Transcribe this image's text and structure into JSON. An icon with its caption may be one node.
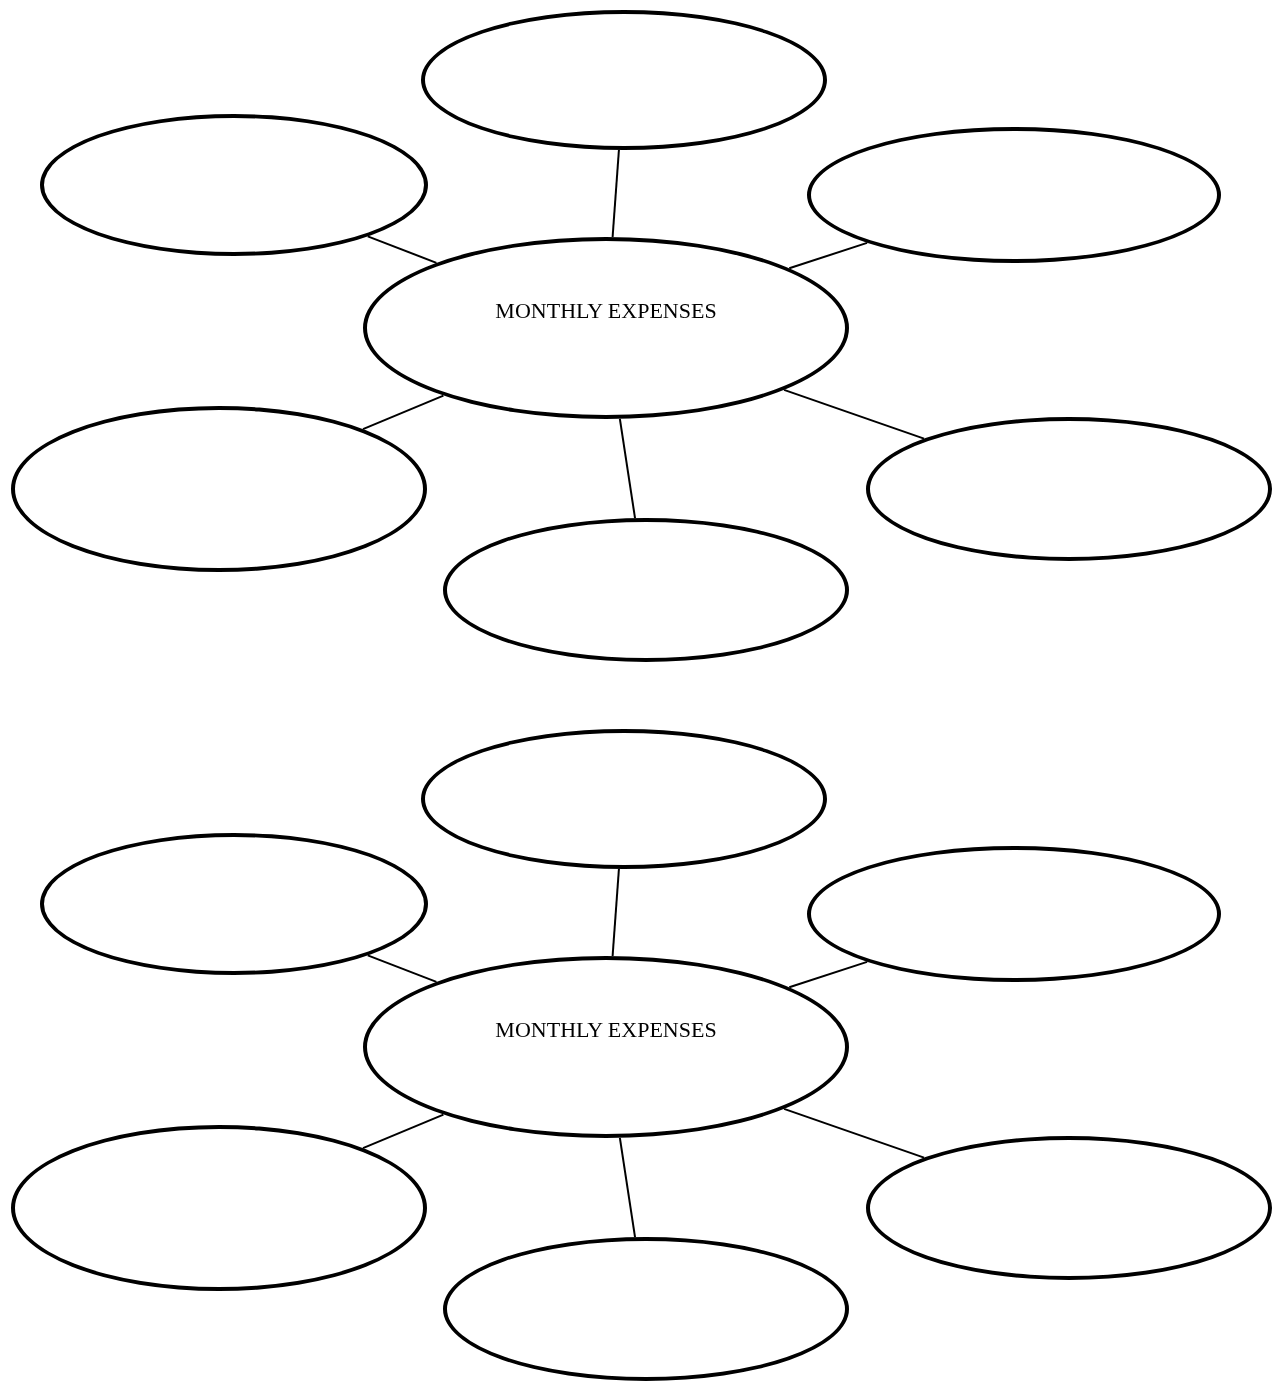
{
  "diagram": {
    "nodes": [
      {
        "text": [],
        "shape": "ellipse"
      },
      {
        "text": [],
        "shape": "ellipse"
      },
      {
        "text": [],
        "shape": "ellipse"
      },
      {
        "text": [
          "MONTHLY EXPENSES"
        ]
      },
      {
        "text": [],
        "shape": "ellipse"
      },
      {
        "text": [],
        "shape": "ellipse"
      },
      {
        "text": [],
        "shape": "ellipse"
      },
      {
        "text": [],
        "shape": "ellipse"
      },
      {
        "text": [],
        "shape": "ellipse"
      },
      {
        "text": [],
        "shape": "ellipse"
      },
      {
        "text": [
          "MONTHLY EXPENSES"
        ]
      },
      {
        "text": [],
        "shape": "ellipse"
      },
      {
        "text": [],
        "shape": "ellipse"
      },
      {
        "text": [],
        "shape": "ellipse"
      }
    ],
    "edges": [
      {
        "from": 3,
        "to": 0,
        "arrow": "none"
      },
      {
        "from": 3,
        "to": 1,
        "arrow": "none"
      },
      {
        "from": 3,
        "to": 2,
        "arrow": "none"
      },
      {
        "from": 3,
        "to": 4,
        "arrow": "none"
      },
      {
        "from": 3,
        "to": 5,
        "arrow": "none"
      },
      {
        "from": 3,
        "to": 6,
        "arrow": "none"
      },
      {
        "from": 10,
        "to": 7,
        "arrow": "none"
      },
      {
        "from": 10,
        "to": 8,
        "arrow": "none"
      },
      {
        "from": 10,
        "to": 9,
        "arrow": "none"
      },
      {
        "from": 10,
        "to": 11,
        "arrow": "none"
      },
      {
        "from": 10,
        "to": 12,
        "arrow": "none"
      },
      {
        "from": 10,
        "to": 13,
        "arrow": "none"
      }
    ]
  }
}
